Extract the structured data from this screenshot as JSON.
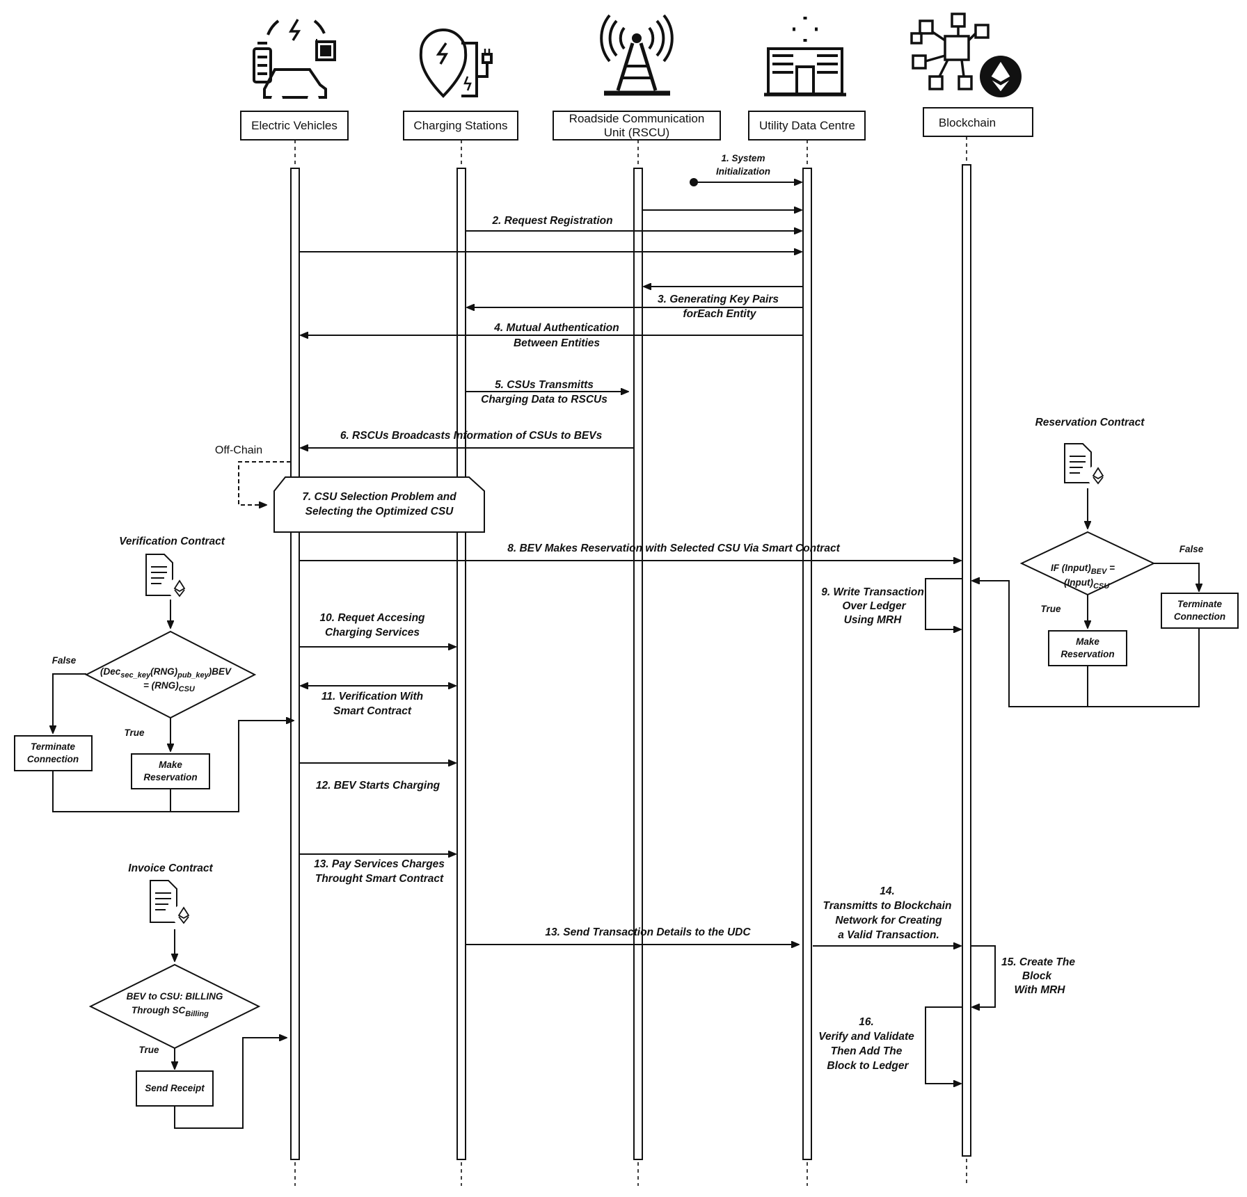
{
  "participants": {
    "ev": "Electric Vehicles",
    "cs": "Charging Stations",
    "rscu_l1": "Roadside Communication",
    "rscu_l2": "Unit (RSCU)",
    "udc": "Utility Data Centre",
    "bc": "Blockchain"
  },
  "icons": {
    "ev": "ev-battery-car-icon",
    "cs": "charging-station-pin-icon",
    "rscu": "radio-tower-icon",
    "udc": "data-centre-building-icon",
    "bc": "blockchain-ethereum-icon"
  },
  "messages": {
    "m1a": "1. System",
    "m1b": "Initialization",
    "m2": "2. Request Registration",
    "m3a": "3. Generating Key Pairs",
    "m3b": "forEach Entity",
    "m4a": "4. Mutual Authentication",
    "m4b": "Between Entities",
    "m5a": "5. CSUs Transmitts",
    "m5b": "Charging Data to RSCUs",
    "m6": "6. RSCUs Broadcasts Information of CSUs to BEVs",
    "offchain": "Off-Chain",
    "m7a": "7. CSU Selection Problem and",
    "m7b": "Selecting the Optimized CSU",
    "m8": "8. BEV Makes Reservation with Selected CSU Via Smart Contract",
    "m9a": "9. Write Transaction",
    "m9b": "Over Ledger",
    "m9c": "Using MRH",
    "m10a": "10. Requet Accesing",
    "m10b": "Charging Services",
    "m11a": "11. Verification With",
    "m11b": "Smart Contract",
    "m12": "12. BEV Starts Charging",
    "m13a": "13. Pay Services Charges",
    "m13b": "Throught Smart Contract",
    "m13c": "13. Send Transaction Details to the UDC",
    "m14a": "14.",
    "m14b": "Transmitts to Blockchain",
    "m14c": "Network for Creating",
    "m14d": "a Valid Transaction.",
    "m15a": "15. Create The",
    "m15b": "Block",
    "m15c": "With MRH",
    "m16a": "16.",
    "m16b": "Verify and Validate",
    "m16c": "Then Add The",
    "m16d": "Block to Ledger"
  },
  "verification_contract": {
    "title": "Verification Contract",
    "cond_a": "(Dec",
    "cond_sub1": "sec_key",
    "cond_b": "(RNG)",
    "cond_sub2": "pub_key",
    "cond_c": ")BEV",
    "cond_d": "= (RNG)",
    "cond_sub3": "CSU",
    "false": "False",
    "true": "True",
    "terminate_a": "Terminate",
    "terminate_b": "Connection",
    "make_a": "Make",
    "make_b": "Reservation"
  },
  "reservation_contract": {
    "title": "Reservation Contract",
    "cond_a": "IF (Input)",
    "cond_sub1": "BEV",
    "cond_b": " =",
    "cond_c": "(Input)",
    "cond_sub2": "CSU",
    "false": "False",
    "true": "True",
    "terminate_a": "Terminate",
    "terminate_b": "Connection",
    "make_a": "Make",
    "make_b": "Reservation"
  },
  "invoice_contract": {
    "title": "Invoice Contract",
    "cond_a": "BEV to CSU: BILLING",
    "cond_b": "Through SC",
    "cond_sub": "Billing",
    "true": "True",
    "receipt": "Send Receipt"
  }
}
